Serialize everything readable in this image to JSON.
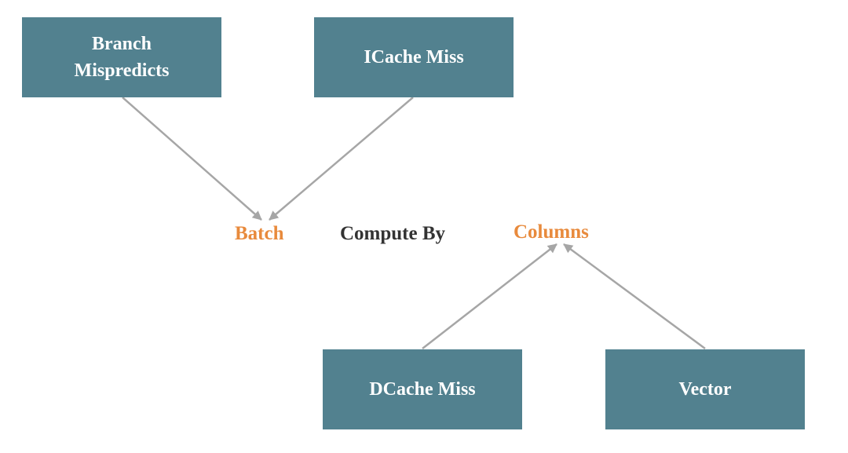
{
  "colors": {
    "box_fill": "#52818f",
    "box_text": "#ffffff",
    "highlight_text": "#e88a3c",
    "center_text": "#333333",
    "arrow": "#a6a6a6"
  },
  "boxes": {
    "branch": "Branch\nMispredicts",
    "icache": "ICache Miss",
    "dcache": "DCache Miss",
    "vector": "Vector"
  },
  "sentence": {
    "left": "Batch",
    "middle": "Compute By",
    "right": "Columns"
  }
}
